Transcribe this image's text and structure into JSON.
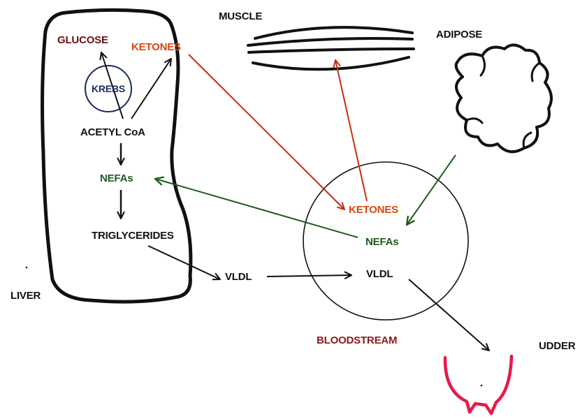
{
  "labels": {
    "glucose": "GLUCOSE",
    "ketones_liver": "KETONES",
    "krebs": "KREBS",
    "acetyl_coa": "ACETYL CoA",
    "nefas_liver": "NEFAs",
    "triglycerides": "TRIGLYCERIDES",
    "liver": "LIVER",
    "vldl_out": "VLDL",
    "muscle": "MUSCLE",
    "adipose": "ADIPOSE",
    "ketones_blood": "KETONES",
    "nefas_blood": "NEFAs",
    "vldl_blood": "VLDL",
    "bloodstream": "BLOODSTREAM",
    "udder": "UDDER"
  },
  "colors": {
    "black": "#111111",
    "ketone": "#d9480f",
    "ketone_arrow": "#cc2a10",
    "nefa": "#1e5a1e",
    "glucose": "#6b1010",
    "krebs": "#1c2a5e",
    "bloodstream": "#8b1a1a",
    "udder": "#e8194a"
  }
}
